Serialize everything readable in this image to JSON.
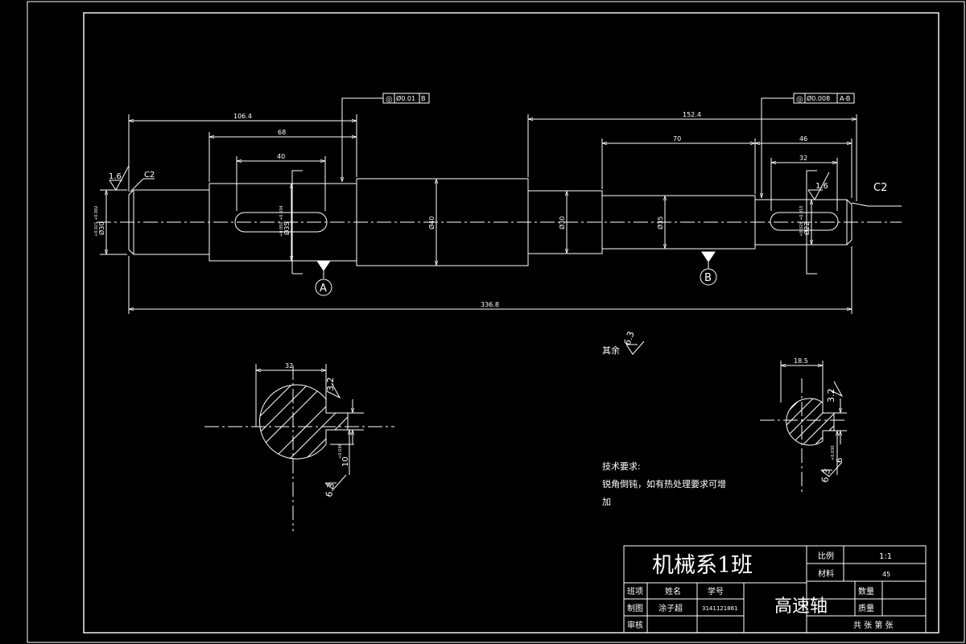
{
  "dimensions": {
    "d_106_4": "106.4",
    "d_68": "68",
    "d_40": "40",
    "d_152_4": "152.4",
    "d_70": "70",
    "d_46": "46",
    "d_32": "32",
    "d_336_8": "336.8",
    "dia_left_end": "Ø30",
    "dia_left_end_tol": "+0.021 +0.002",
    "dia_first_step": "Ø35",
    "dia_first_step_tol": "+0.050 +0.034",
    "dia_40": "Ø40",
    "dia_30": "Ø30",
    "dia_35": "Ø35",
    "dia_right_end": "Ø22",
    "dia_right_end_tol": "+0.028 +0.015",
    "sec1_width": "32",
    "sec1_depth": "10",
    "sec1_depth_tol": "+0.036",
    "sec2_width": "18.5",
    "sec2_depth": "6",
    "sec2_depth_tol": "+0.030"
  },
  "chamfers": {
    "left": "C2",
    "right": "C2"
  },
  "roughness": {
    "left_end": "1.6",
    "right_end": "1.6",
    "others_label": "其余",
    "others_value": "6.3",
    "sec1_top": "3.2",
    "sec1_bottom": "6.3",
    "sec2_top": "3.2",
    "sec2_bottom": "6.3"
  },
  "tolerance_frames": {
    "left": {
      "symbol": "◎",
      "value": "Ø0.01",
      "datum": "B"
    },
    "right": {
      "symbol": "◎",
      "value": "Ø0.008",
      "datum": "A-B"
    }
  },
  "datums": {
    "a": "A",
    "b": "B"
  },
  "tech_requirements": {
    "title": "技术要求:",
    "line1": "锐角倒钝，如有热处理要求可增",
    "line2": "加"
  },
  "title_block": {
    "department": "机械系1班",
    "scale_label": "比例",
    "scale_value": "1:1",
    "material_label": "材料",
    "material_value": "45",
    "class_label": "班项",
    "name_label": "姓名",
    "number_label": "学号",
    "drawn_label": "制图",
    "drawn_name": "涂子超",
    "drawn_number": "3141121861",
    "check_label": "审核",
    "part_name": "高速轴",
    "quantity_label": "数量",
    "weight_label": "质量",
    "sheets": "共 张 第 张"
  }
}
